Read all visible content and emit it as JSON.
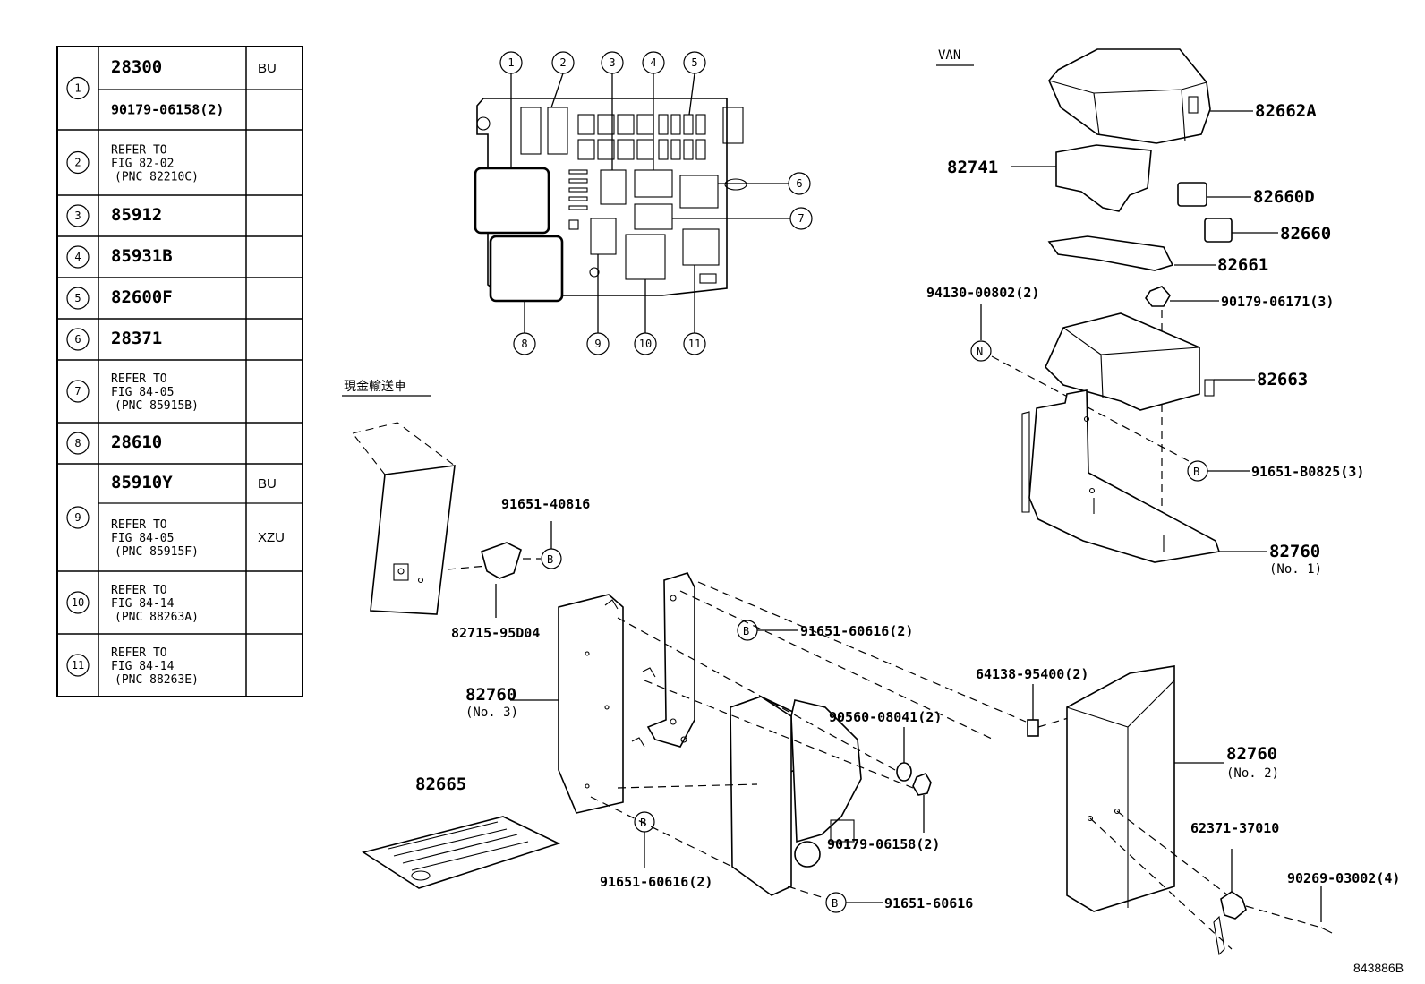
{
  "table": {
    "rows": [
      {
        "no": "1",
        "entries": [
          {
            "text": "28300",
            "code": "BU"
          },
          {
            "text": "90179-06158(2)",
            "code": ""
          }
        ]
      },
      {
        "no": "2",
        "entries": [
          {
            "text": "REFER TO|FIG 82-02|(PNC 82210C)",
            "code": ""
          }
        ]
      },
      {
        "no": "3",
        "entries": [
          {
            "text": "85912",
            "code": ""
          }
        ]
      },
      {
        "no": "4",
        "entries": [
          {
            "text": "85931B",
            "code": ""
          }
        ]
      },
      {
        "no": "5",
        "entries": [
          {
            "text": "82600F",
            "code": ""
          }
        ]
      },
      {
        "no": "6",
        "entries": [
          {
            "text": "28371",
            "code": ""
          }
        ]
      },
      {
        "no": "7",
        "entries": [
          {
            "text": "REFER TO|FIG 84-05|(PNC 85915B)",
            "code": ""
          }
        ]
      },
      {
        "no": "8",
        "entries": [
          {
            "text": "28610",
            "code": ""
          }
        ]
      },
      {
        "no": "9",
        "entries": [
          {
            "text": "85910Y",
            "code": "BU"
          },
          {
            "text": "REFER TO|FIG 84-05|(PNC 85915F)",
            "code": "XZU"
          }
        ]
      },
      {
        "no": "10",
        "entries": [
          {
            "text": "REFER TO|FIG 84-14|(PNC 88263A)",
            "code": ""
          }
        ]
      },
      {
        "no": "11",
        "entries": [
          {
            "text": "REFER TO|FIG 84-14|(PNC 88263E)",
            "code": ""
          }
        ]
      }
    ]
  },
  "relay_box_callouts": [
    "1",
    "2",
    "3",
    "4",
    "5",
    "6",
    "7",
    "8",
    "9",
    "10",
    "11"
  ],
  "section_labels": {
    "van": "VAN",
    "cash_transport": "現金輸送車"
  },
  "part_labels": {
    "p82662A": "82662A",
    "p82741": "82741",
    "p82660D": "82660D",
    "p82660": "82660",
    "p82661": "82661",
    "p94130": "94130-00802(2)",
    "p90179_06171": "90179-06171(3)",
    "p82663": "82663",
    "p91651_B0825": "91651-B0825(3)",
    "p82760_1": "82760",
    "p82760_1_sub": "(No. 1)",
    "p91651_40816": "91651-40816",
    "p82715": "82715-95D04",
    "p91651_60616_2a": "91651-60616(2)",
    "p82760_3": "82760",
    "p82760_3_sub": "(No. 3)",
    "p64138": "64138-95400(2)",
    "p90560": "90560-08041(2)",
    "p82760_2": "82760",
    "p82760_2_sub": "(No. 2)",
    "p82665": "82665",
    "p90179_06158": "90179-06158(2)",
    "p62371": "62371-37010",
    "p90269": "90269-03002(4)",
    "p91651_60616_2b": "91651-60616(2)",
    "p91651_60616": "91651-60616"
  },
  "markers": {
    "N": "N",
    "B": "B"
  },
  "figure_id": "843886B"
}
